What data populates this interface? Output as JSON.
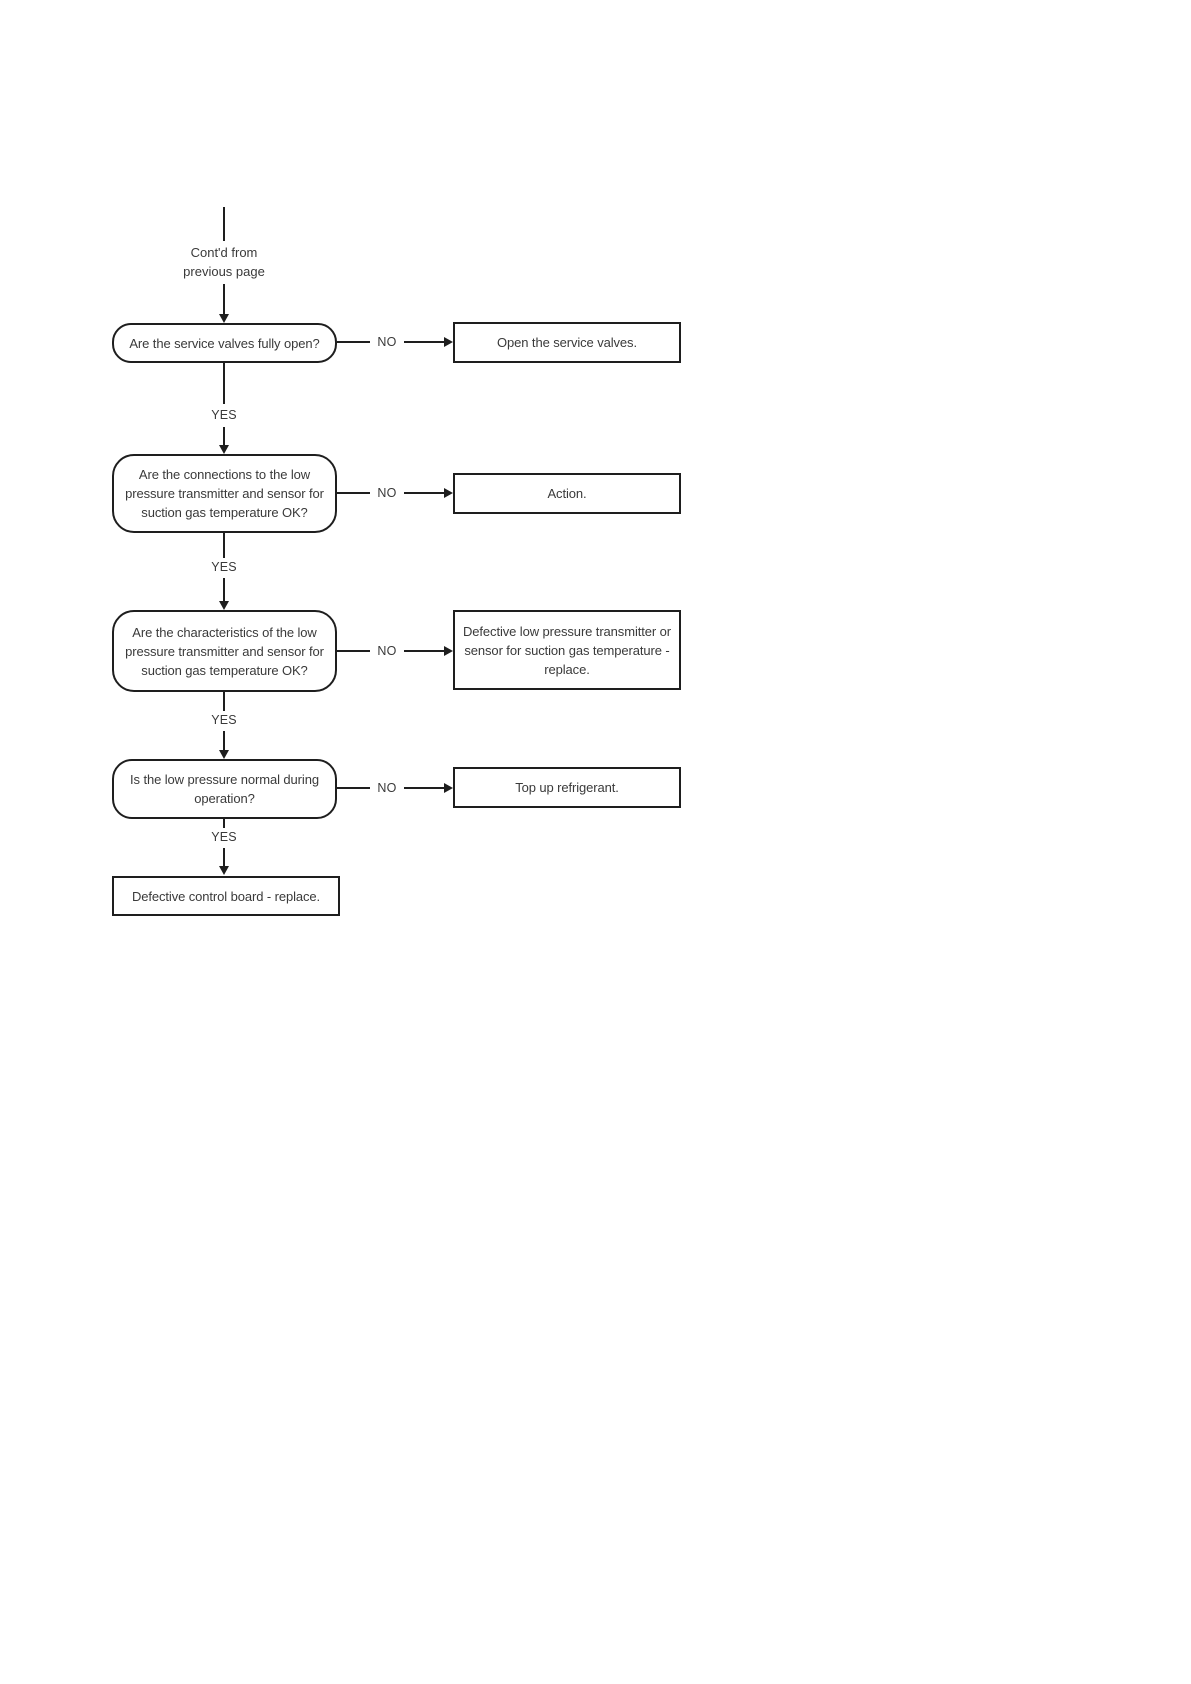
{
  "page": {
    "background_color": "#ffffff",
    "line_color": "#1e1e1e",
    "text_color": "#3a3a3a"
  },
  "flowchart": {
    "entry_label_line1": "Cont'd from",
    "entry_label_line2": "previous page",
    "yes_label": "YES",
    "no_label": "NO",
    "steps": [
      {
        "question": "Are the service valves fully open?",
        "action": "Open the service valves."
      },
      {
        "question": "Are the connections to the low pressure transmitter and sensor for suction gas temperature OK?",
        "action": "Action."
      },
      {
        "question": "Are the characteristics of the low pressure transmitter and sensor for suction gas temperature OK?",
        "action": "Defective low pressure transmitter or sensor for suction gas temperature - replace."
      },
      {
        "question": "Is the low pressure normal during operation?",
        "action": "Top up refrigerant."
      }
    ],
    "final_conclusion": "Defective control board - replace."
  }
}
